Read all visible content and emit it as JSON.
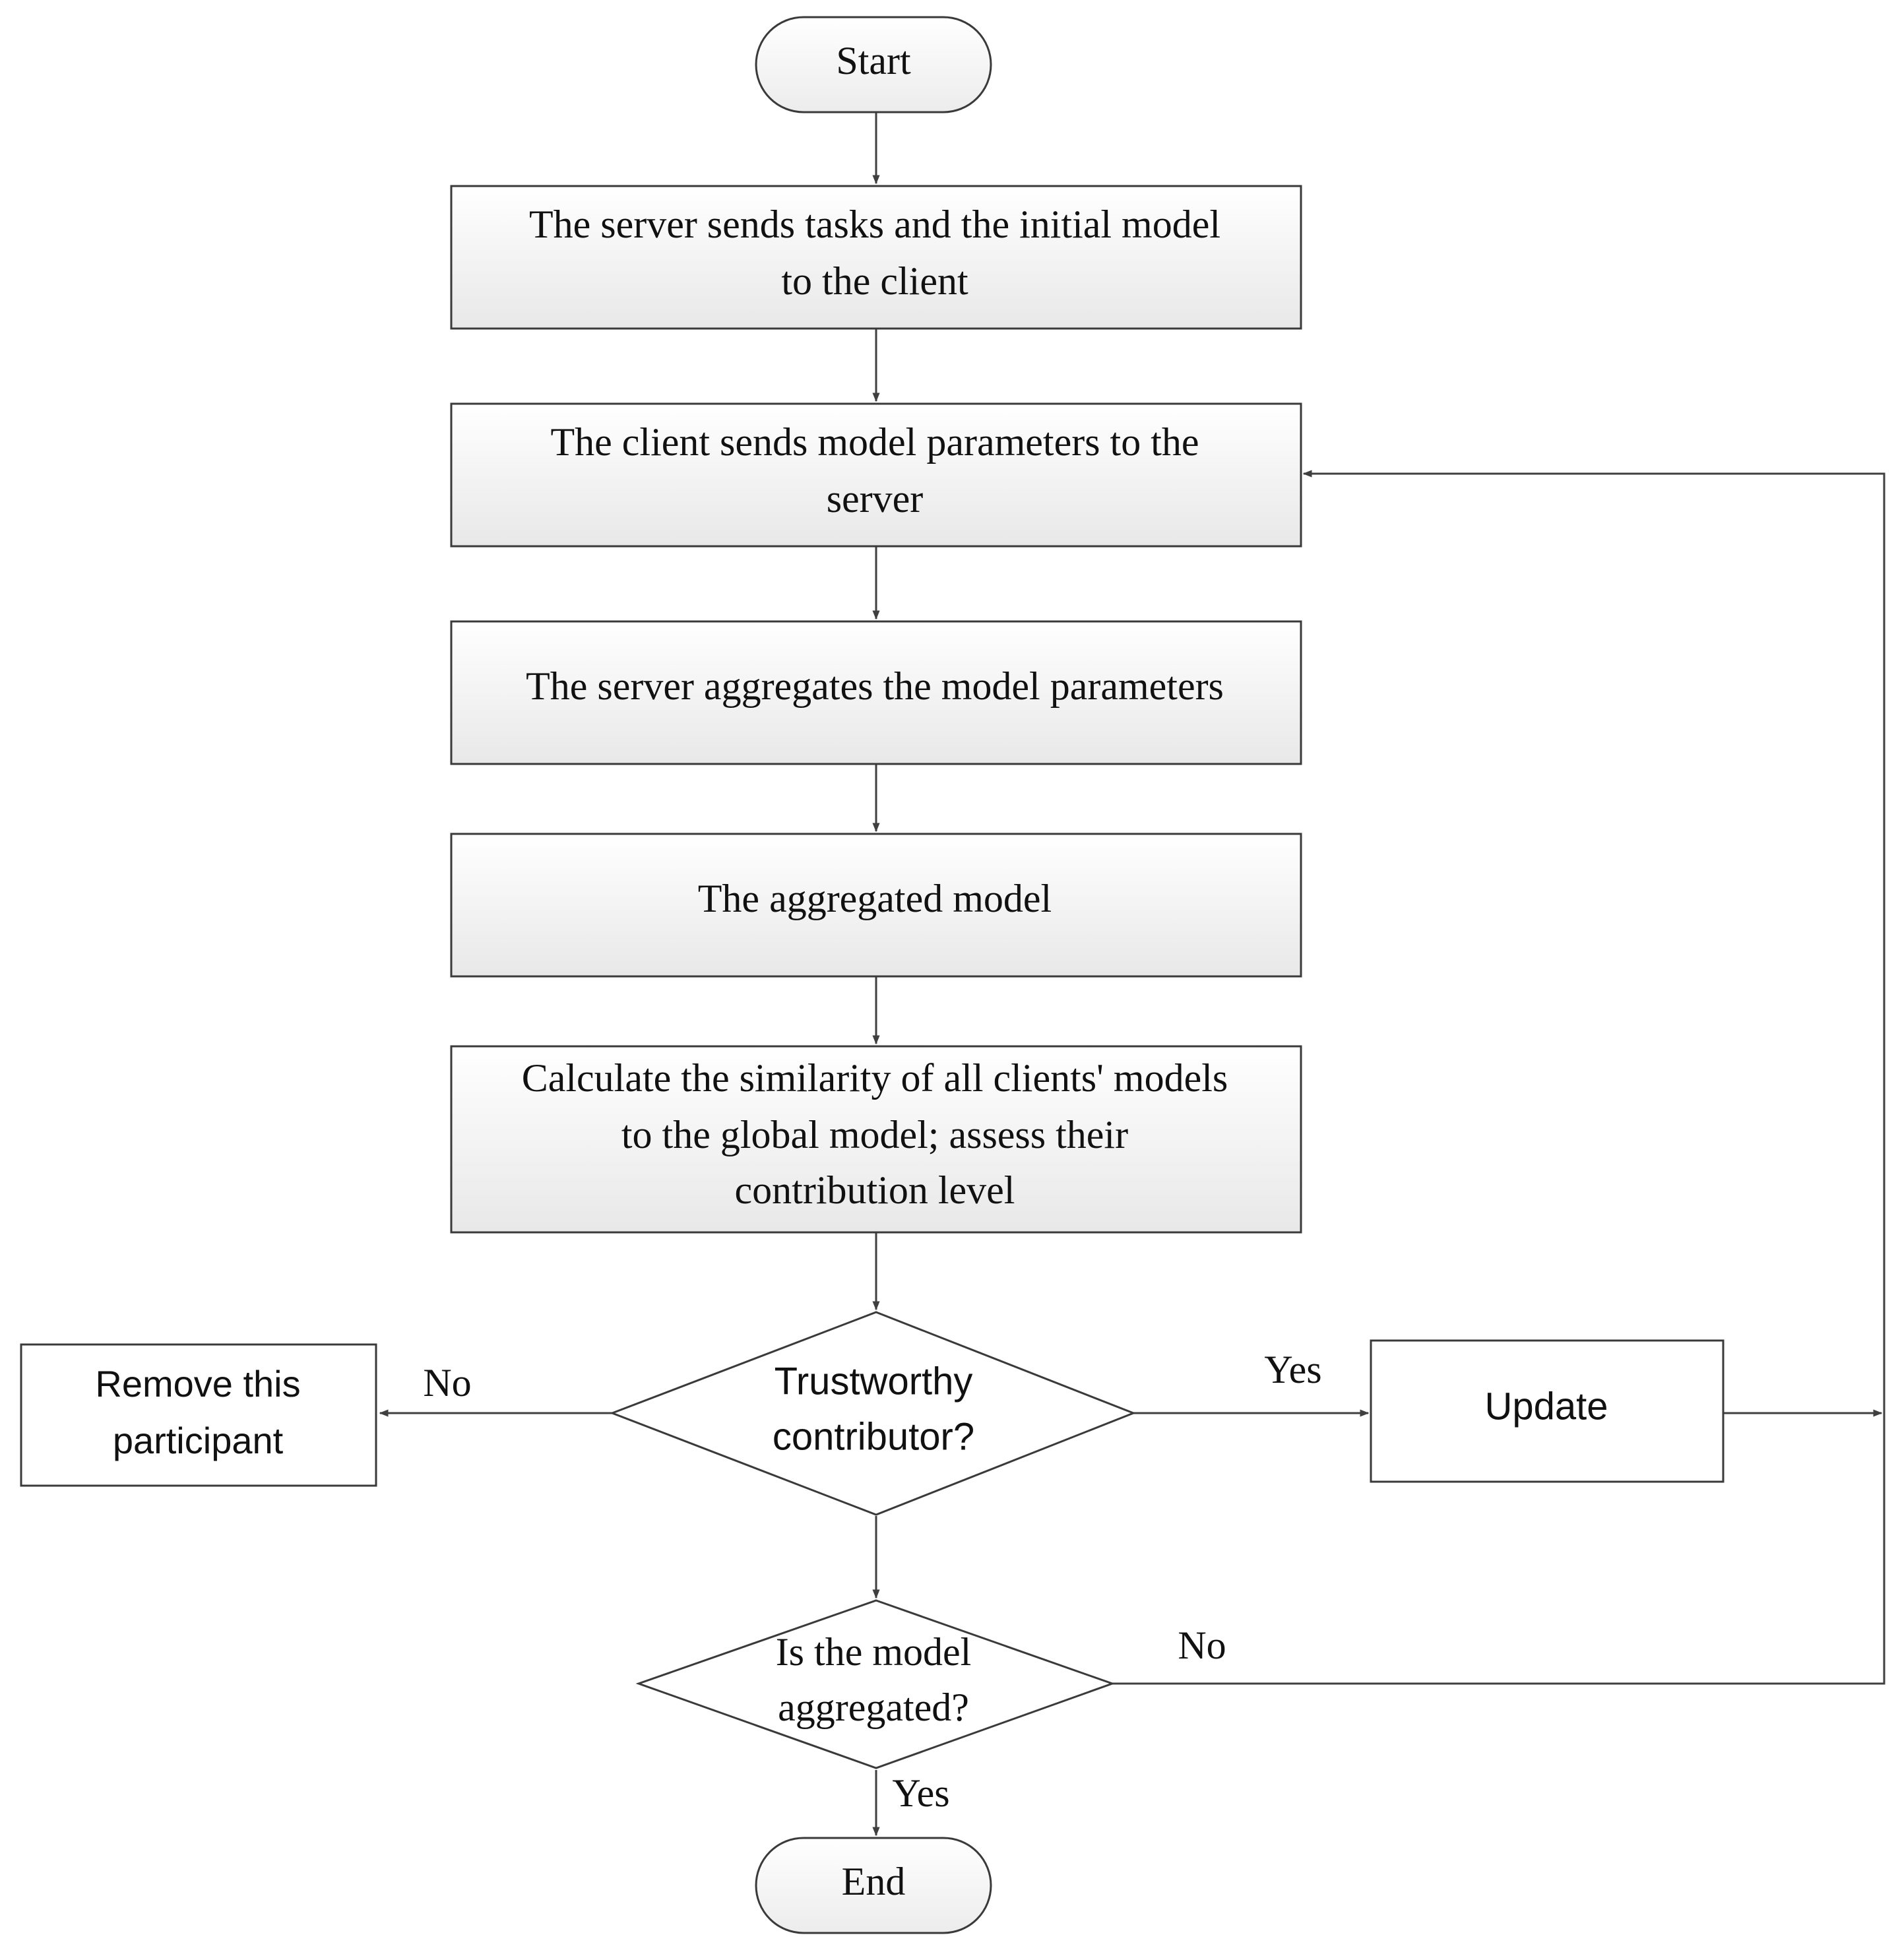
{
  "nodes": {
    "start": "Start",
    "step1": [
      "The server sends tasks and the initial model",
      "to the client"
    ],
    "step2": [
      "The client sends model parameters to the",
      "server"
    ],
    "step3": "The server aggregates the model parameters",
    "step4": "The aggregated model",
    "step5": [
      "Calculate the similarity of all clients' models",
      "to the global model; assess their",
      "contribution level"
    ],
    "decision1": [
      "Trustworthy",
      "contributor?"
    ],
    "remove": [
      "Remove this",
      "participant"
    ],
    "update": "Update",
    "decision2": [
      "Is the model",
      "aggregated?"
    ],
    "end": "End"
  },
  "edge_labels": {
    "d1_no": "No",
    "d1_yes": "Yes",
    "d2_no": "No",
    "d2_yes": "Yes"
  },
  "colors": {
    "box_fill_top": "#ffffff",
    "box_fill_bottom": "#e9e9e9",
    "stroke": "#3a3a3a"
  }
}
